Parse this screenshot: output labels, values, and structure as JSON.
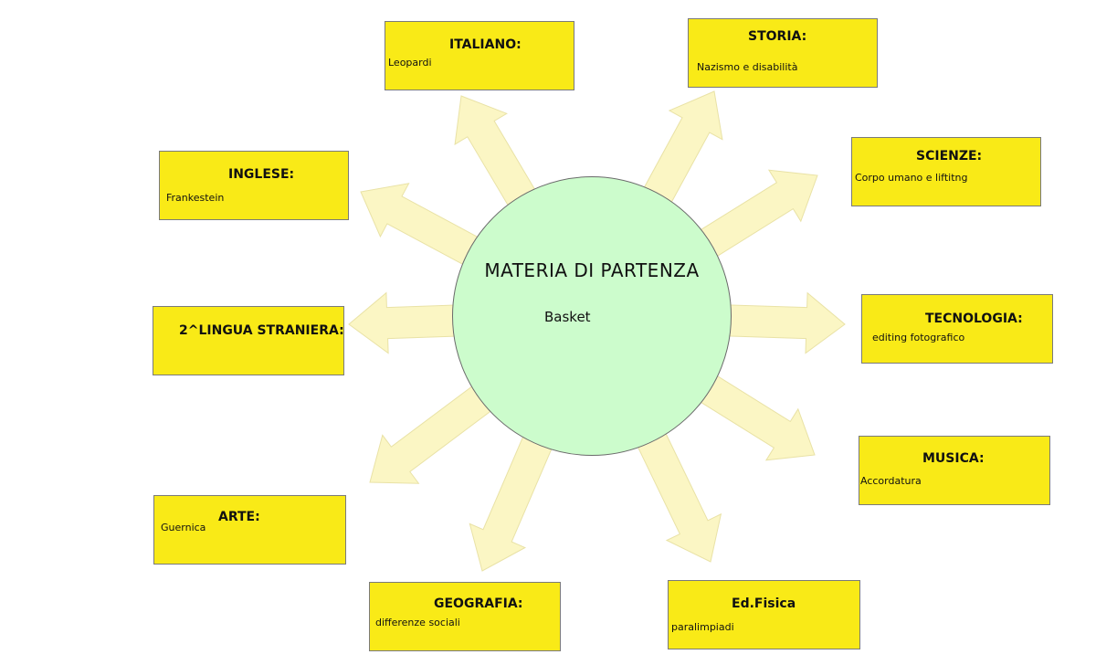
{
  "center": {
    "title": "MATERIA DI PARTENZA",
    "subtitle": "Basket"
  },
  "subjects": {
    "italiano": {
      "title": "ITALIANO:",
      "note": "Leopardi"
    },
    "storia": {
      "title": "STORIA:",
      "note": "Nazismo e disabilità"
    },
    "inglese": {
      "title": "INGLESE:",
      "note": "Frankestein"
    },
    "scienze": {
      "title": "SCIENZE:",
      "note": "Corpo umano e liftitng"
    },
    "lingua2": {
      "title": "2^LINGUA STRANIERA:",
      "note": ""
    },
    "tecnologia": {
      "title": "TECNOLOGIA:",
      "note": "editing fotografico"
    },
    "musica": {
      "title": "MUSICA:",
      "note": "Accordatura"
    },
    "arte": {
      "title": "ARTE:",
      "note": "Guernica"
    },
    "geografia": {
      "title": "GEOGRAFIA:",
      "note": "differenze sociali"
    },
    "edfisica": {
      "title": "Ed.Fisica",
      "note": "paralimpiadi"
    }
  },
  "colors": {
    "box": "#f9ea17",
    "circle": "#ccfccc",
    "arrow": "#fbf6c4",
    "arrow_stroke": "#e9e2a6"
  },
  "icons": {
    "arrow": "block-arrow-icon"
  }
}
